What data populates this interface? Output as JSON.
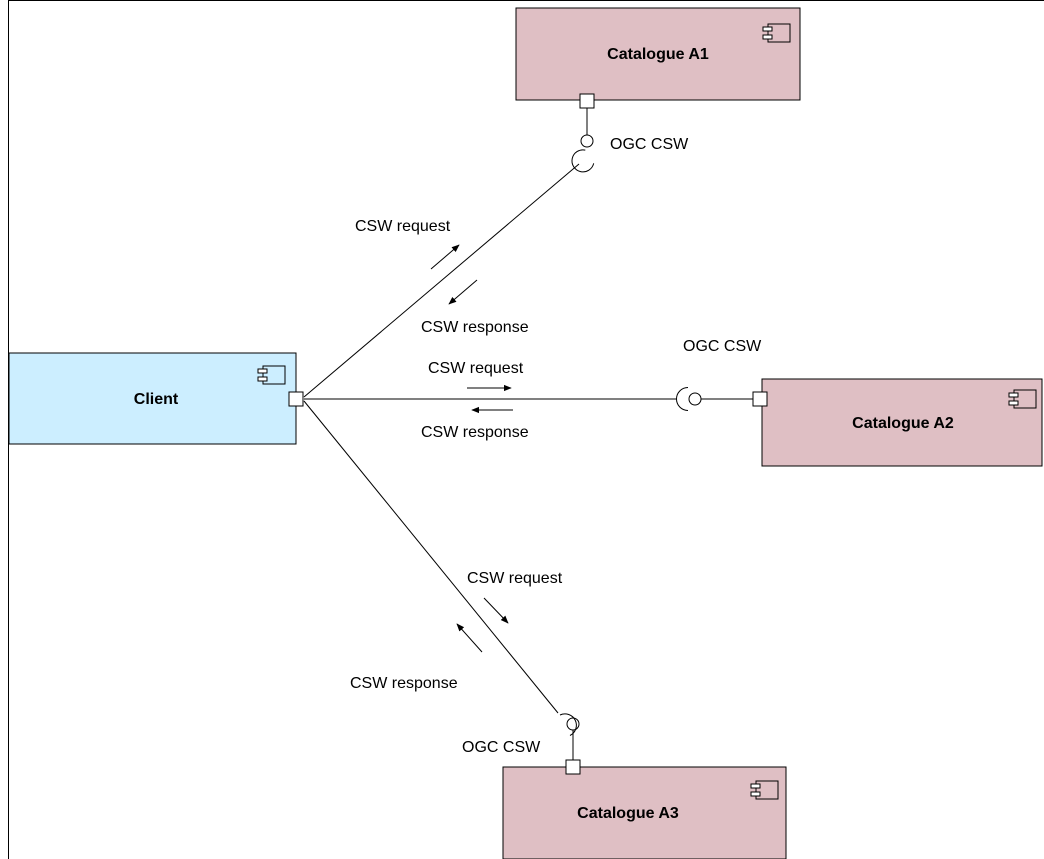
{
  "components": {
    "client": {
      "name": "Client",
      "fill": "#cceeff",
      "icon": "component-icon"
    },
    "catalogue_a1": {
      "name": "Catalogue A1",
      "fill": "#dfbfc4",
      "icon": "component-icon"
    },
    "catalogue_a2": {
      "name": "Catalogue A2",
      "fill": "#dfbfc4",
      "icon": "component-icon"
    },
    "catalogue_a3": {
      "name": "Catalogue A3",
      "fill": "#dfbfc4",
      "icon": "component-icon"
    }
  },
  "interfaces": {
    "a1": "OGC CSW",
    "a2": "OGC CSW",
    "a3": "OGC CSW"
  },
  "messages": {
    "a1": {
      "request": "CSW request",
      "response": "CSW response"
    },
    "a2": {
      "request": "CSW request",
      "response": "CSW response"
    },
    "a3": {
      "request": "CSW request",
      "response": "CSW response"
    }
  }
}
